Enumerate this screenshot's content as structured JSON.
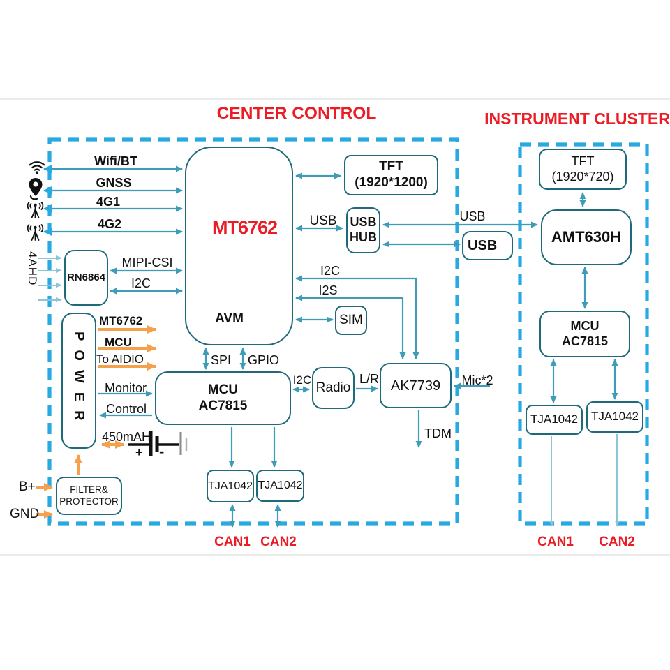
{
  "titles": {
    "center": "CENTER CONTROL",
    "cluster": "INSTRUMENT CLUSTER"
  },
  "colors": {
    "dash_blue": "#29A9E1",
    "block_border": "#1E6A7A",
    "line_teal": "#3F9CB6",
    "line_light": "#8CC5D6",
    "orange": "#F5A04C",
    "red": "#EC1C24"
  },
  "left_icons": [
    "wifi",
    "location-pin",
    "antenna",
    "antenna"
  ],
  "bus": {
    "wifi_bt": "Wifi/BT",
    "gnss": "GNSS",
    "g4_1": "4G1",
    "g4_2": "4G2",
    "ahd4": "4AHD"
  },
  "blocks": {
    "mt6762": "MT6762",
    "avm": "AVM",
    "rn6864": "RN6864",
    "power": "POWER",
    "tft_center_1": "TFT",
    "tft_center_2": "(1920*1200)",
    "usb_hub_1": "USB",
    "usb_hub_2": "HUB",
    "usb_box": "USB",
    "sim": "SIM",
    "mcu_center_1": "MCU",
    "mcu_center_2": "AC7815",
    "radio": "Radio",
    "ak7739": "AK7739",
    "tja_center_1": "TJA1042",
    "tja_center_2": "TJA1042",
    "filter_1": "FILTER&",
    "filter_2": "PROTECTOR",
    "tft_right_1": "TFT",
    "tft_right_2": "(1920*720)",
    "amt630h": "AMT630H",
    "mcu_right_1": "MCU",
    "mcu_right_2": "AC7815",
    "tja_right_1": "TJA1042",
    "tja_right_2": "TJA1042"
  },
  "labels": {
    "mipi_csi": "MIPI-CSI",
    "i2c_rn": "I2C",
    "usb_mt": "USB",
    "usb_right": "USB",
    "i2c_mt": "I2C",
    "i2s_mt": "I2S",
    "spi": "SPI",
    "gpio": "GPIO",
    "i2c_radio": "I2C",
    "lr": "L/R",
    "mic2": "Mic*2",
    "tdm": "TDM",
    "monitor": "Monitor",
    "control": "Control",
    "pw_mt6762": "MT6762",
    "pw_mcu": "MCU",
    "pw_aidio": "To AIDIO",
    "mah": "450mAH",
    "plus": "+",
    "minus": "-",
    "bplus": "B+",
    "gnd": "GND",
    "can1_center": "CAN1",
    "can2_center": "CAN2",
    "can1_right": "CAN1",
    "can2_right": "CAN2"
  }
}
